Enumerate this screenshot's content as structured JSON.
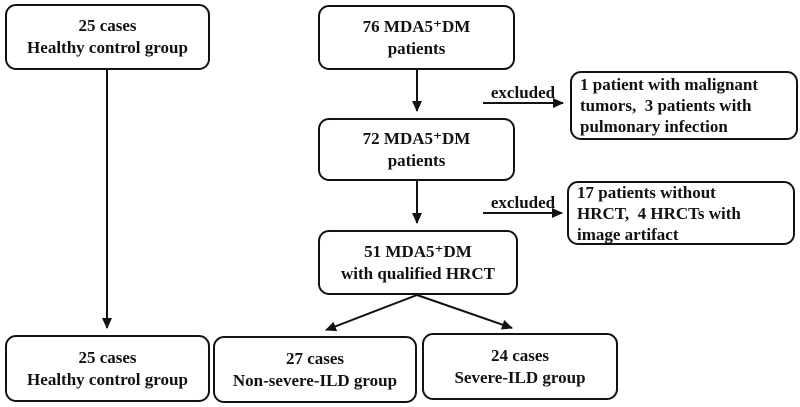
{
  "canvas": {
    "background_color": "#ffffff",
    "line_color": "#121212"
  },
  "boxes": {
    "healthy_top": {
      "lines": [
        "25 cases",
        "Healthy control group"
      ]
    },
    "mda5_76": {
      "lines": [
        "76 MDA5⁺DM",
        "patients"
      ]
    },
    "mda5_72": {
      "lines": [
        "72 MDA5⁺DM",
        "patients"
      ]
    },
    "mda5_51": {
      "lines": [
        "51 MDA5⁺DM",
        "with qualified HRCT"
      ]
    },
    "excluded_1": {
      "lines": [
        "1 patient with malignant",
        "tumors,  3 patients with",
        "pulmonary infection"
      ]
    },
    "excluded_2": {
      "lines": [
        "17 patients without",
        "HRCT,  4 HRCTs with",
        "image artifact"
      ]
    },
    "healthy_bottom": {
      "lines": [
        "25 cases",
        "Healthy control group"
      ]
    },
    "non_severe": {
      "lines": [
        "27 cases",
        "Non-severe-ILD group"
      ]
    },
    "severe": {
      "lines": [
        "24 cases",
        "Severe-ILD group"
      ]
    }
  },
  "labels": {
    "excluded_1": "excluded",
    "excluded_2": "excluded"
  }
}
